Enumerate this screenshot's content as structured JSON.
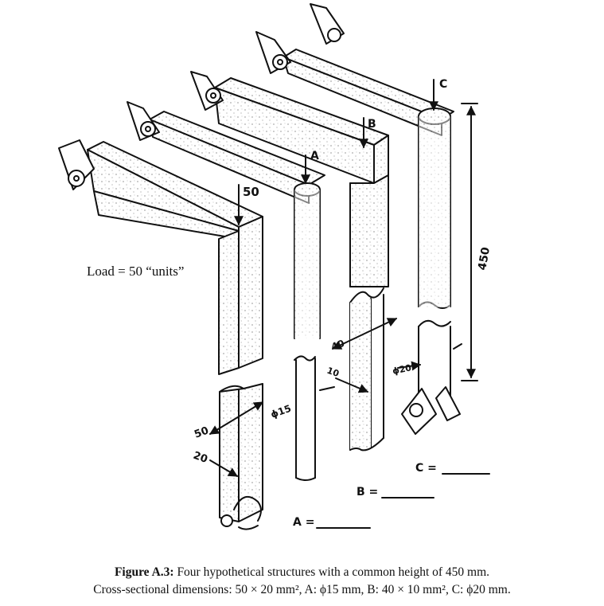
{
  "figure": {
    "load_label": "Load = 50 “units”",
    "load_value": "50",
    "height_label": "450",
    "structures": {
      "main": {
        "dim_width": "50",
        "dim_depth": "20"
      },
      "A": {
        "label": "A",
        "diameter": "ϕ15",
        "answer_prompt": "A ="
      },
      "B": {
        "label": "B",
        "dim_width": "40",
        "dim_depth": "10",
        "answer_prompt": "B ="
      },
      "C": {
        "label": "C",
        "diameter": "ϕ20",
        "answer_prompt": "C ="
      }
    }
  },
  "caption": {
    "prefix": "Figure A.3:",
    "line1": " Four hypothetical structures with a common height of 450 mm.",
    "line2": "Cross-sectional dimensions: 50 × 20 mm², A: ϕ15 mm, B: 40 × 10 mm², C: ϕ20 mm."
  }
}
